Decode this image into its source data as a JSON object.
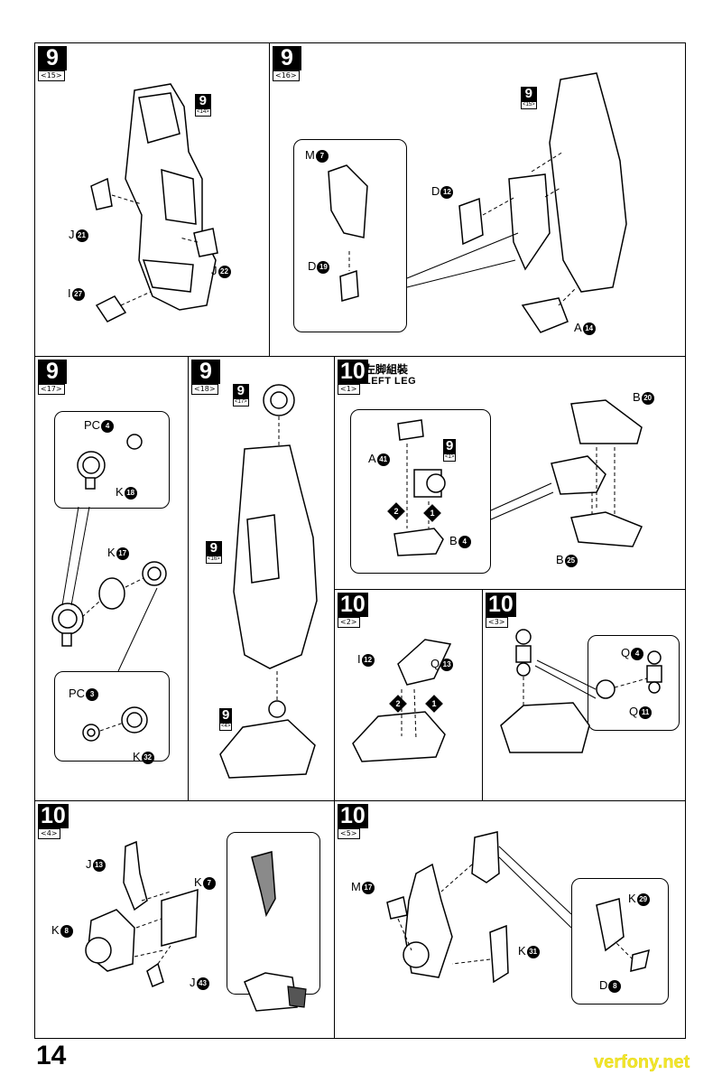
{
  "page": {
    "number": "14",
    "watermark": "verfony.net"
  },
  "steps": [
    {
      "id": "s15",
      "badge": "9",
      "sub": "<15>"
    },
    {
      "id": "s16",
      "badge": "9",
      "sub": "<16>"
    },
    {
      "id": "s17",
      "badge": "9",
      "sub": "<17>"
    },
    {
      "id": "s18",
      "badge": "9",
      "sub": "<18>"
    },
    {
      "id": "s10_1",
      "badge": "10",
      "sub": "<1>",
      "title_jp": "左脚組裝",
      "title_en": "LEFT LEG"
    },
    {
      "id": "s10_2",
      "badge": "10",
      "sub": "<2>"
    },
    {
      "id": "s10_3",
      "badge": "10",
      "sub": "<3>"
    },
    {
      "id": "s10_4",
      "badge": "10",
      "sub": "<4>"
    },
    {
      "id": "s10_5",
      "badge": "10",
      "sub": "<5>"
    }
  ],
  "refs": {
    "p15": {
      "num": "9",
      "sub": "<14>"
    },
    "p16": {
      "num": "9",
      "sub": "<15>"
    },
    "p18a": {
      "num": "9",
      "sub": "<17>"
    },
    "p18b": {
      "num": "9",
      "sub": "<16>"
    },
    "p18c": {
      "num": "9",
      "sub": "<4>"
    },
    "p10_1": {
      "num": "9",
      "sub": "<1>"
    }
  },
  "parts": {
    "p15": [
      {
        "code": "J",
        "num": "21"
      },
      {
        "code": "J",
        "num": "22"
      },
      {
        "code": "I",
        "num": "27"
      }
    ],
    "p16": [
      {
        "code": "M",
        "num": "7"
      },
      {
        "code": "D",
        "num": "19"
      },
      {
        "code": "D",
        "num": "12"
      },
      {
        "code": "A",
        "num": "14"
      }
    ],
    "p17": [
      {
        "code": "PC",
        "num": "4"
      },
      {
        "code": "K",
        "num": "18"
      },
      {
        "code": "K",
        "num": "17"
      },
      {
        "code": "PC",
        "num": "3"
      },
      {
        "code": "K",
        "num": "32"
      }
    ],
    "p10_1": [
      {
        "code": "A",
        "num": "41"
      },
      {
        "code": "B",
        "num": "4"
      },
      {
        "code": "B",
        "num": "20"
      },
      {
        "code": "B",
        "num": "25"
      }
    ],
    "p10_2": [
      {
        "code": "I",
        "num": "12"
      },
      {
        "code": "Q",
        "num": "13"
      }
    ],
    "p10_3": [
      {
        "code": "Q",
        "num": "4"
      },
      {
        "code": "Q",
        "num": "11"
      }
    ],
    "p10_4": [
      {
        "code": "J",
        "num": "13"
      },
      {
        "code": "K",
        "num": "7"
      },
      {
        "code": "K",
        "num": "8"
      },
      {
        "code": "J",
        "num": "43"
      }
    ],
    "p10_5": [
      {
        "code": "M",
        "num": "17"
      },
      {
        "code": "K",
        "num": "29"
      },
      {
        "code": "K",
        "num": "31"
      },
      {
        "code": "D",
        "num": "8"
      }
    ]
  },
  "order": {
    "first": "1",
    "second": "2"
  }
}
